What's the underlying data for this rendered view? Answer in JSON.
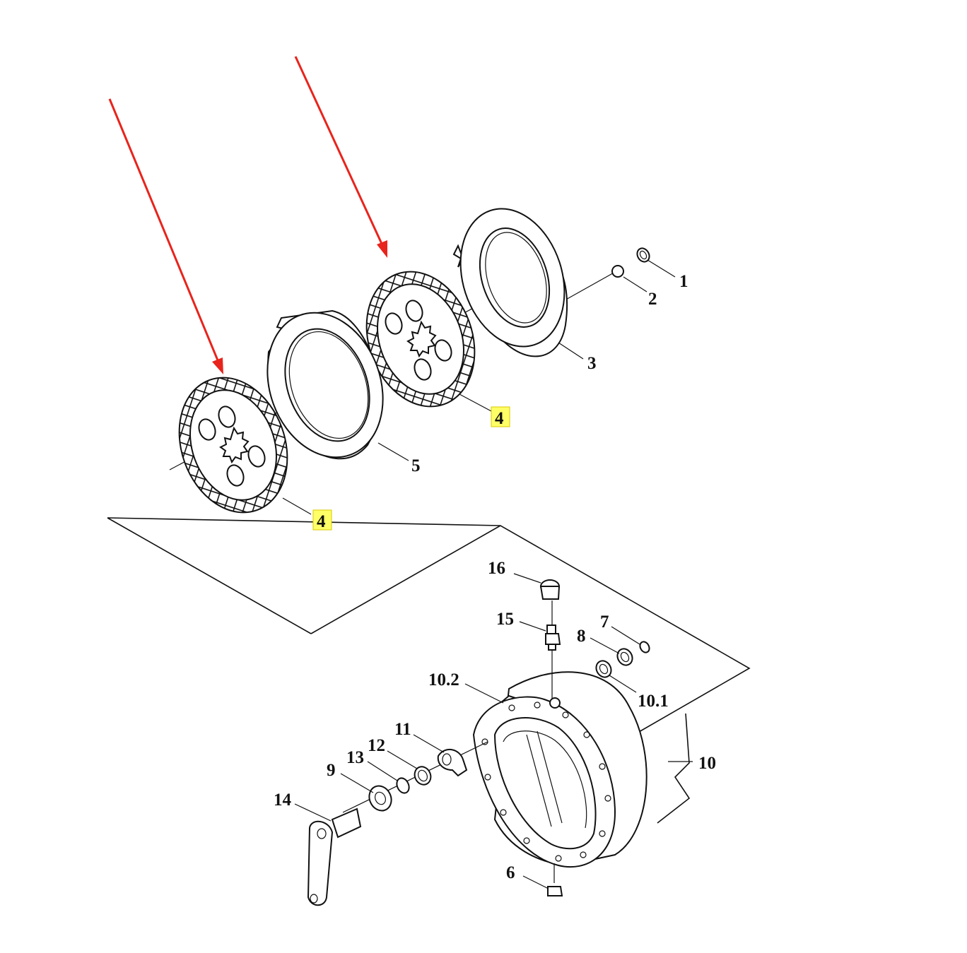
{
  "colors": {
    "arrow": "#e8241c",
    "line": "#111111",
    "highlight": "#ffff66",
    "background": "#ffffff"
  },
  "callouts": {
    "c1": "1",
    "c2": "2",
    "c3": "3",
    "c4_upper": "4",
    "c4_lower": "4",
    "c5": "5",
    "c6": "6",
    "c7": "7",
    "c8": "8",
    "c9": "9",
    "c10": "10",
    "c10_1": "10.1",
    "c10_2": "10.2",
    "c11": "11",
    "c12": "12",
    "c13": "13",
    "c14": "14",
    "c15": "15",
    "c16": "16"
  },
  "highlighted_callouts": [
    "c4_upper",
    "c4_lower"
  ],
  "arrows": {
    "count": 2,
    "targets": [
      "c4_upper",
      "c4_lower"
    ]
  }
}
